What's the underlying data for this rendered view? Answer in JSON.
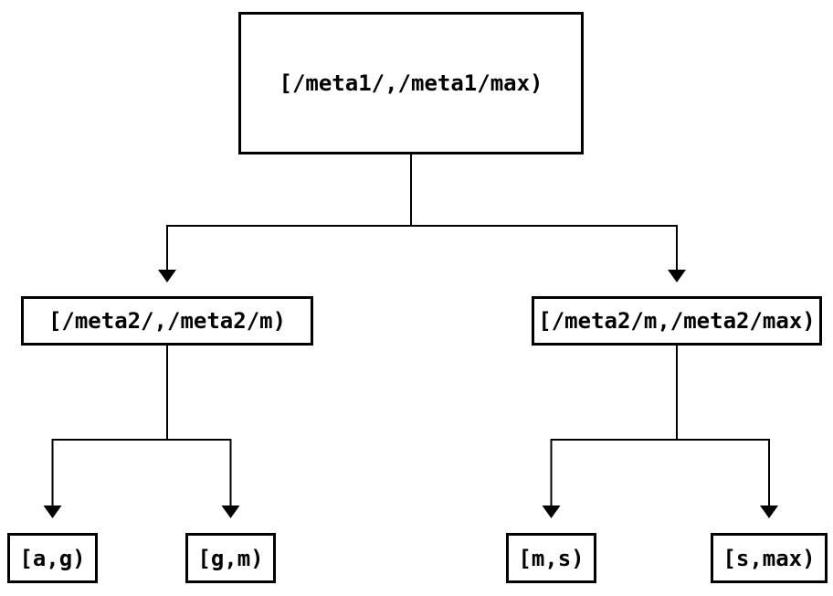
{
  "tree": {
    "label": "[/meta1/,/meta1/max)",
    "children": [
      {
        "label": "[/meta2/,/meta2/m)",
        "children": [
          {
            "label": "[a,g)"
          },
          {
            "label": "[g,m)"
          }
        ]
      },
      {
        "label": "[/meta2/m,/meta2/max)",
        "children": [
          {
            "label": "[m,s)"
          },
          {
            "label": "[s,max)"
          }
        ]
      }
    ]
  },
  "colors": {
    "background": "#ffffff",
    "line": "#000000",
    "text": "#000000"
  }
}
